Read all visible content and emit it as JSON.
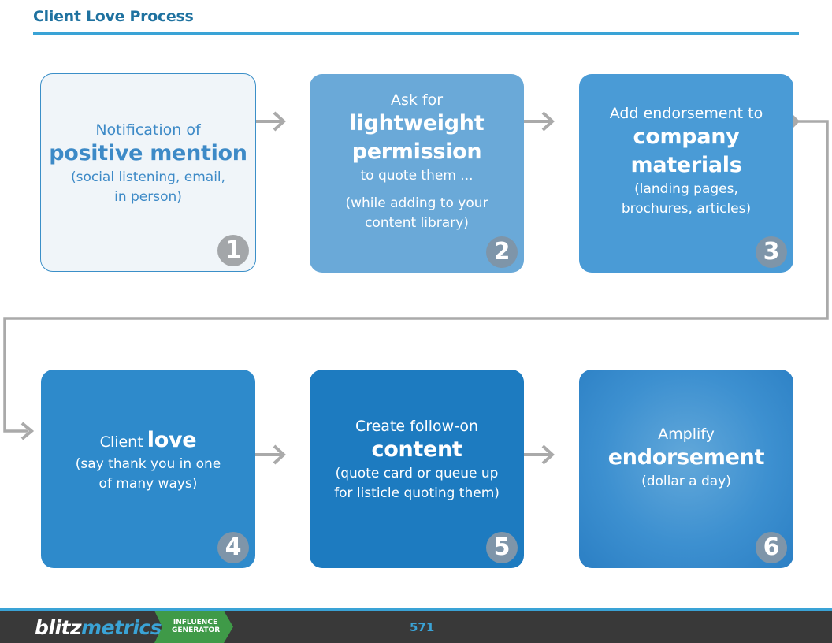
{
  "header": {
    "title": "Client Love Process"
  },
  "steps": [
    {
      "number": "1",
      "line1": "Notification of",
      "bold": "positive mention",
      "sub1": "(social listening, email,",
      "sub2": "in person)"
    },
    {
      "number": "2",
      "line1": "Ask for",
      "bold1": "lightweight",
      "bold2": "permission",
      "line2": "to quote them ...",
      "sub1": "(while adding to your",
      "sub2": "content library)"
    },
    {
      "number": "3",
      "line1": "Add endorsement to",
      "bold1": "company",
      "bold2": "materials",
      "sub1": "(landing pages,",
      "sub2": "brochures, articles)"
    },
    {
      "number": "4",
      "line1": "Client",
      "bold": "love",
      "sub1": "(say thank you in one",
      "sub2": "of many ways)"
    },
    {
      "number": "5",
      "line1": "Create follow-on",
      "bold": "content",
      "sub1": "(quote card or queue up",
      "sub2": "for listicle quoting them)"
    },
    {
      "number": "6",
      "line1": "Amplify",
      "bold": "endorsement",
      "sub1": "(dollar a day)"
    }
  ],
  "footer": {
    "logo_part1": "blitz",
    "logo_part2": "metrics",
    "badge_line1": "INFLUENCE",
    "badge_line2": "GENERATOR",
    "page_number": "571"
  },
  "colors": {
    "title": "#1f72a0",
    "accent": "#3aa3d6",
    "arrow": "#aaaaaa",
    "footer_bg": "#393939",
    "badge_green": "#3f9a48"
  }
}
